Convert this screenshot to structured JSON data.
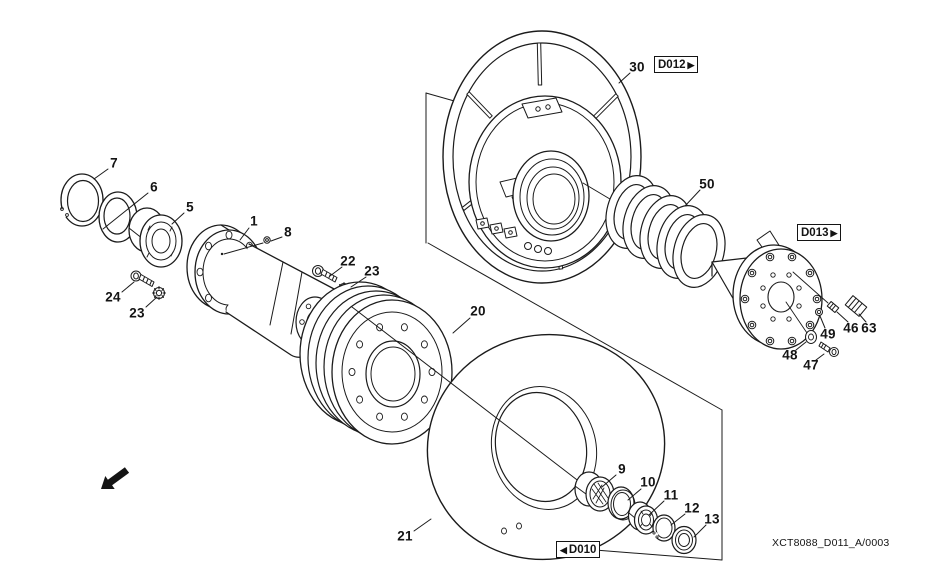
{
  "figure": {
    "drawing_code": "XCT8088_D011_A/0003"
  },
  "callouts": [
    {
      "text": "7"
    },
    {
      "text": "6"
    },
    {
      "text": "5"
    },
    {
      "text": "1"
    },
    {
      "text": "8"
    },
    {
      "text": "24"
    },
    {
      "text": "23"
    },
    {
      "text": "22"
    },
    {
      "text": "23"
    },
    {
      "text": "20"
    },
    {
      "text": "21"
    },
    {
      "text": "30"
    },
    {
      "text": "50"
    },
    {
      "text": "9"
    },
    {
      "text": "10"
    },
    {
      "text": "11"
    },
    {
      "text": "12"
    },
    {
      "text": "13"
    },
    {
      "text": "46"
    },
    {
      "text": "63"
    },
    {
      "text": "49"
    },
    {
      "text": "48"
    },
    {
      "text": "47"
    }
  ],
  "ref_boxes": [
    {
      "label": "D012",
      "arrow": "▶"
    },
    {
      "label": "D013",
      "arrow": "▶"
    },
    {
      "label": "D010",
      "arrow": "◀"
    }
  ],
  "colors": {
    "line": "#1b1b1b",
    "background": "#ffffff"
  }
}
